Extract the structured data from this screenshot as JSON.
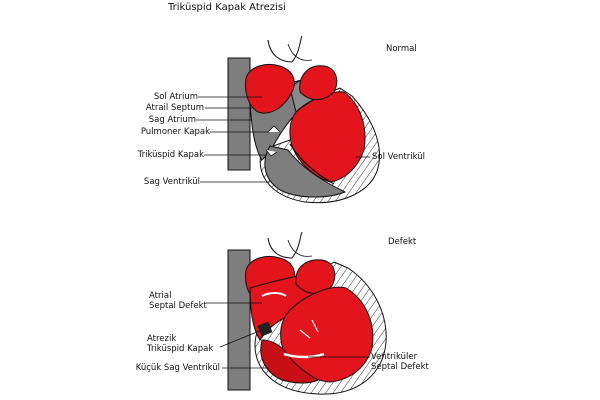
{
  "title": "Triküspid Kapak Atrezisi",
  "normal": {
    "heading": "Normal",
    "labels": {
      "left_atrium": "Sol Atrium",
      "atrial_septum": "Atrail Septum",
      "right_atrium": "Sag Atrium",
      "pulmonary_valve": "Pulmoner Kapak",
      "tricuspid_valve": "Triküspid Kapak",
      "right_ventricle": "Sag Ventrikül",
      "left_ventricle": "Sol Ventrikül"
    }
  },
  "defect": {
    "heading": "Defekt",
    "labels": {
      "asd_line1": "Atrial",
      "asd_line2": "Septal Defekt",
      "atretic_line1": "Atrezik",
      "atretic_line2": "Triküspid Kapak",
      "small_rv": "Küçük Sag Ventrikül",
      "vsd_line1": "Ventriküler",
      "vsd_line2": "Septal Defekt"
    }
  },
  "colors": {
    "red": "#e3141b",
    "gray": "#7e7e7e",
    "light_gray": "#b9b9b9",
    "line": "#111111"
  }
}
